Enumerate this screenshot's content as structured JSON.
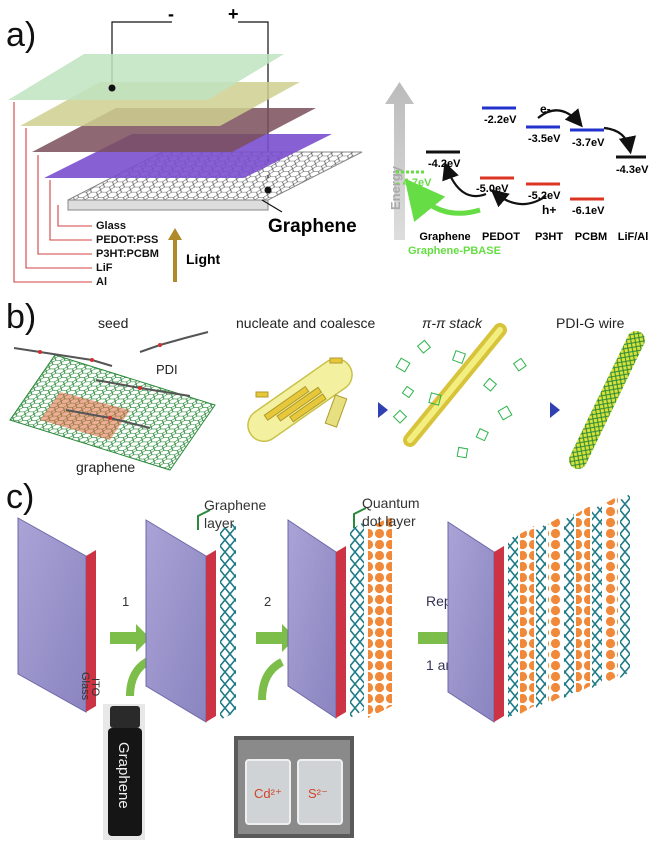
{
  "panel_a": {
    "label": "a)",
    "terminals": {
      "minus": "-",
      "plus": "+"
    },
    "layers": [
      "Glass",
      "PEDOT:PSS",
      "P3HT:PCBM",
      "LiF",
      "Al"
    ],
    "light_label": "Light",
    "graphene_label": "Graphene",
    "energy_axis_label": "Energy",
    "levels": {
      "graphene": "-4.2eV",
      "pbase": "- 4.7eV",
      "pedot": "-5.0eV",
      "p3ht_top": "-3.5eV",
      "p3ht_bottom": "-5.2eV",
      "pcbm_top": "-3.7eV",
      "pcbm_bottom": "-6.1eV",
      "lif_al": "-4.3eV",
      "top_left": "-2.2eV"
    },
    "carriers": {
      "electron": "e-",
      "hole": "h+"
    },
    "categories": [
      "Graphene",
      "PEDOT",
      "P3HT",
      "PCBM",
      "LiF/Al"
    ],
    "pbase_label": "Graphene-PBASE",
    "colors": {
      "blue": "#2233cc",
      "red": "#dd3322",
      "green": "#66dd44",
      "black": "#111111"
    }
  },
  "panel_b": {
    "label": "b)",
    "seed": "seed",
    "pdi": "PDI",
    "graphene": "graphene",
    "step1": "nucleate and coalesce",
    "step2": "π-π stack",
    "step3": "PDI-G wire"
  },
  "panel_c": {
    "label": "c)",
    "graphene_layer": [
      "Graphene",
      "layer"
    ],
    "qd_layer": [
      "Quantum",
      "dot layer"
    ],
    "step1": "1",
    "step2": "2",
    "repeat": "Repeat",
    "repeat2": "1 and 2",
    "ito": "ITO",
    "glass": "Glass",
    "bottle_label": "Graphene",
    "cd": "Cd²⁺",
    "s": "S²⁻"
  }
}
